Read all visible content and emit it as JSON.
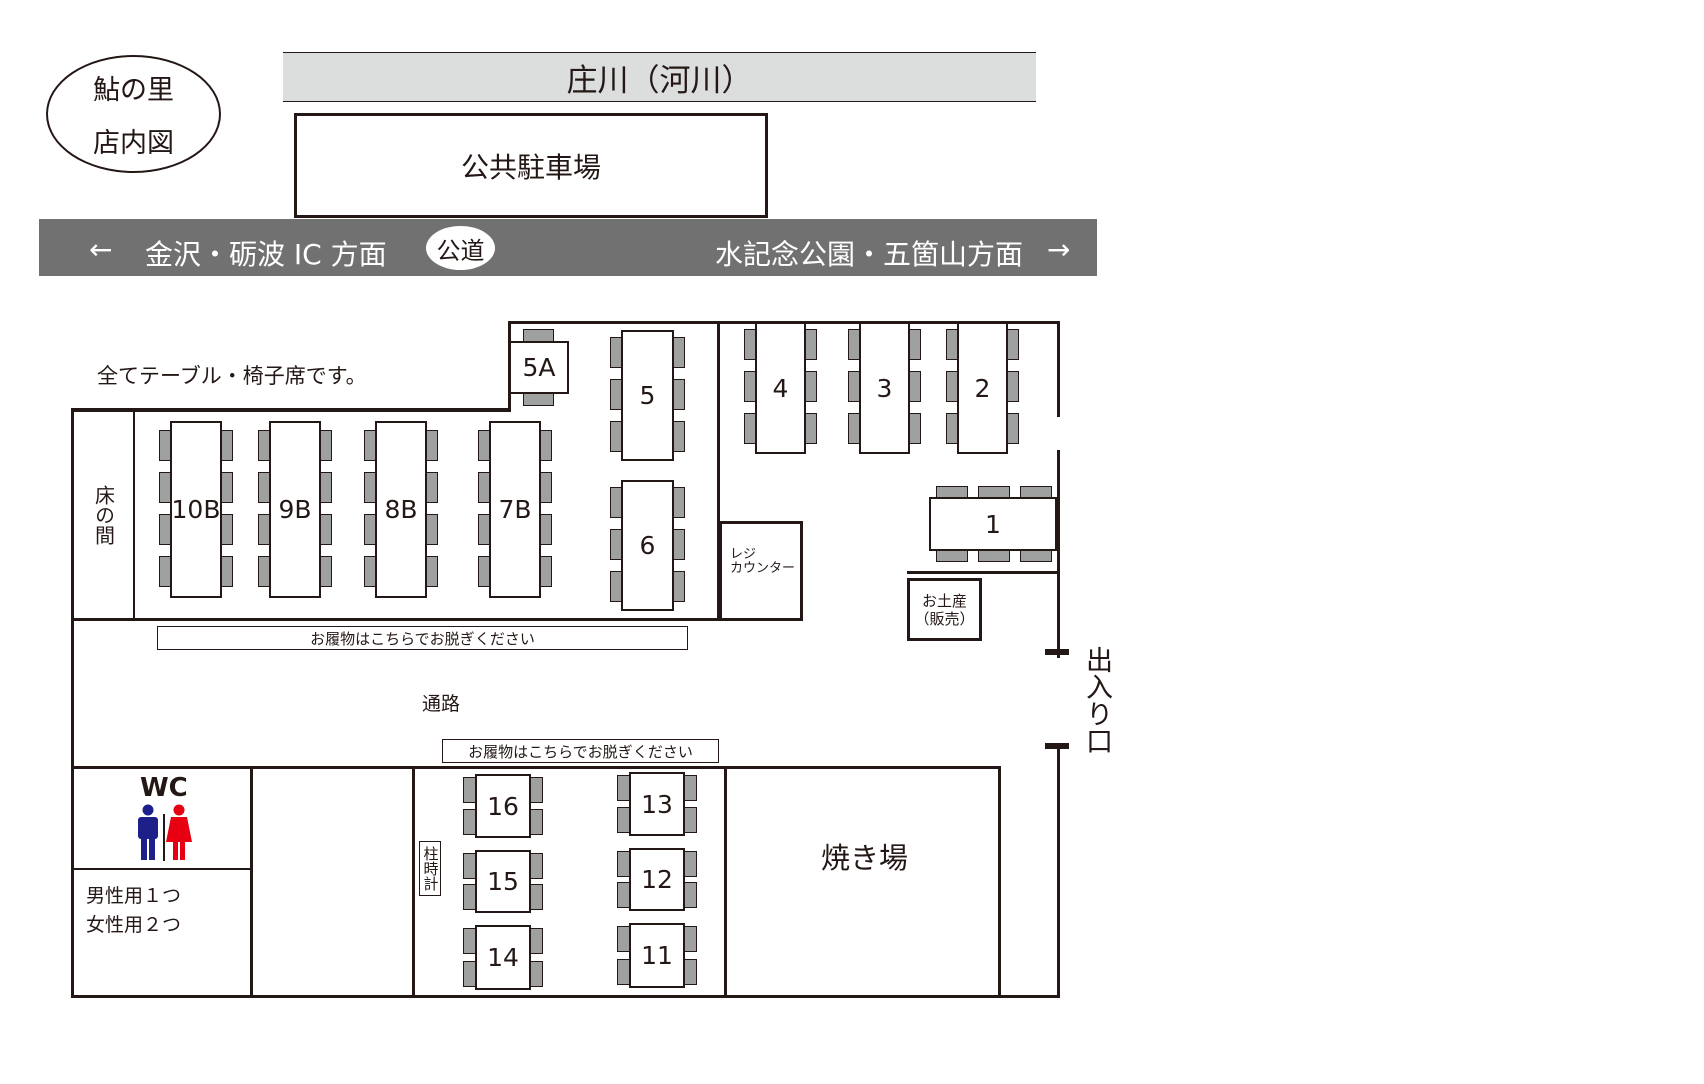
{
  "title": {
    "line1": "鮎の里",
    "line2": "店内図"
  },
  "river": {
    "label": "庄川（河川）"
  },
  "parking": {
    "label": "公共駐車場"
  },
  "road": {
    "left_arrow": "←",
    "left_label": "金沢・砺波 IC 方面",
    "center_label": "公道",
    "right_label": "水記念公園・五箇山方面",
    "right_arrow": "→"
  },
  "notes": {
    "all_seats": "全てテーブル・椅子席です。"
  },
  "rooms": {
    "tokonoma": "床の間",
    "register": "レジ\nカウンター",
    "souvenir": "お土産\n（販売）",
    "aisle": "通路",
    "entrance": "出入り口",
    "grill": "焼き場",
    "pillar_clock": "柱時計",
    "shoes_top": "お履物はこちらでお脱ぎください",
    "shoes_bottom": "お履物はこちらでお脱ぎください"
  },
  "wc": {
    "label": "WC",
    "male": "男性用１つ",
    "female": "女性用２つ",
    "male_color": "#1d2088",
    "female_color": "#e60012"
  },
  "tables": [
    "1",
    "2",
    "3",
    "4",
    "5",
    "5A",
    "6",
    "7B",
    "8B",
    "9B",
    "10B",
    "11",
    "12",
    "13",
    "14",
    "15",
    "16"
  ],
  "colors": {
    "chair": "#9fa0a0",
    "road": "#727171",
    "river": "#dcdddd",
    "line": "#231815"
  }
}
